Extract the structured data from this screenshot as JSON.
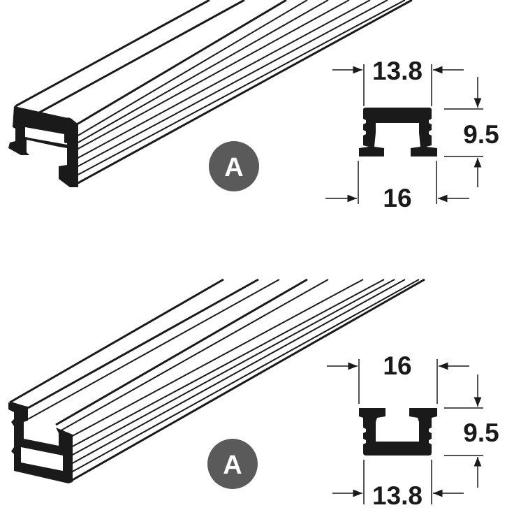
{
  "colors": {
    "ink": "#1a1a1a",
    "badge": "#5a5a5a",
    "badge_text": "#ffffff",
    "background": "#ffffff"
  },
  "top_profile": {
    "badge_label": "A",
    "dim_top": "13.8",
    "dim_height": "9.5",
    "dim_bottom": "16"
  },
  "bottom_profile": {
    "badge_label": "A",
    "dim_top": "16",
    "dim_height": "9.5",
    "dim_bottom": "13.8"
  }
}
